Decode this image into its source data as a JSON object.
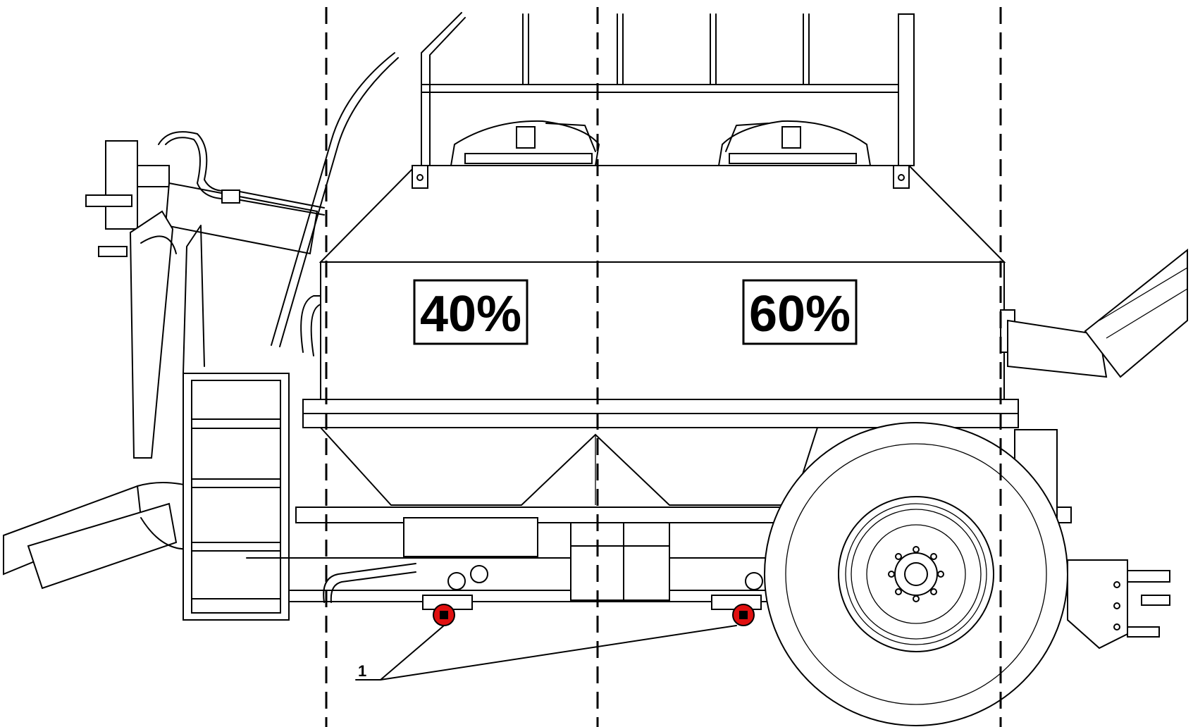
{
  "diagram": {
    "compartment_left_label": "40%",
    "compartment_right_label": "60%",
    "callout_number": "1"
  },
  "colors": {
    "line": "#000000",
    "highlight": "#e01010",
    "background": "#ffffff"
  }
}
